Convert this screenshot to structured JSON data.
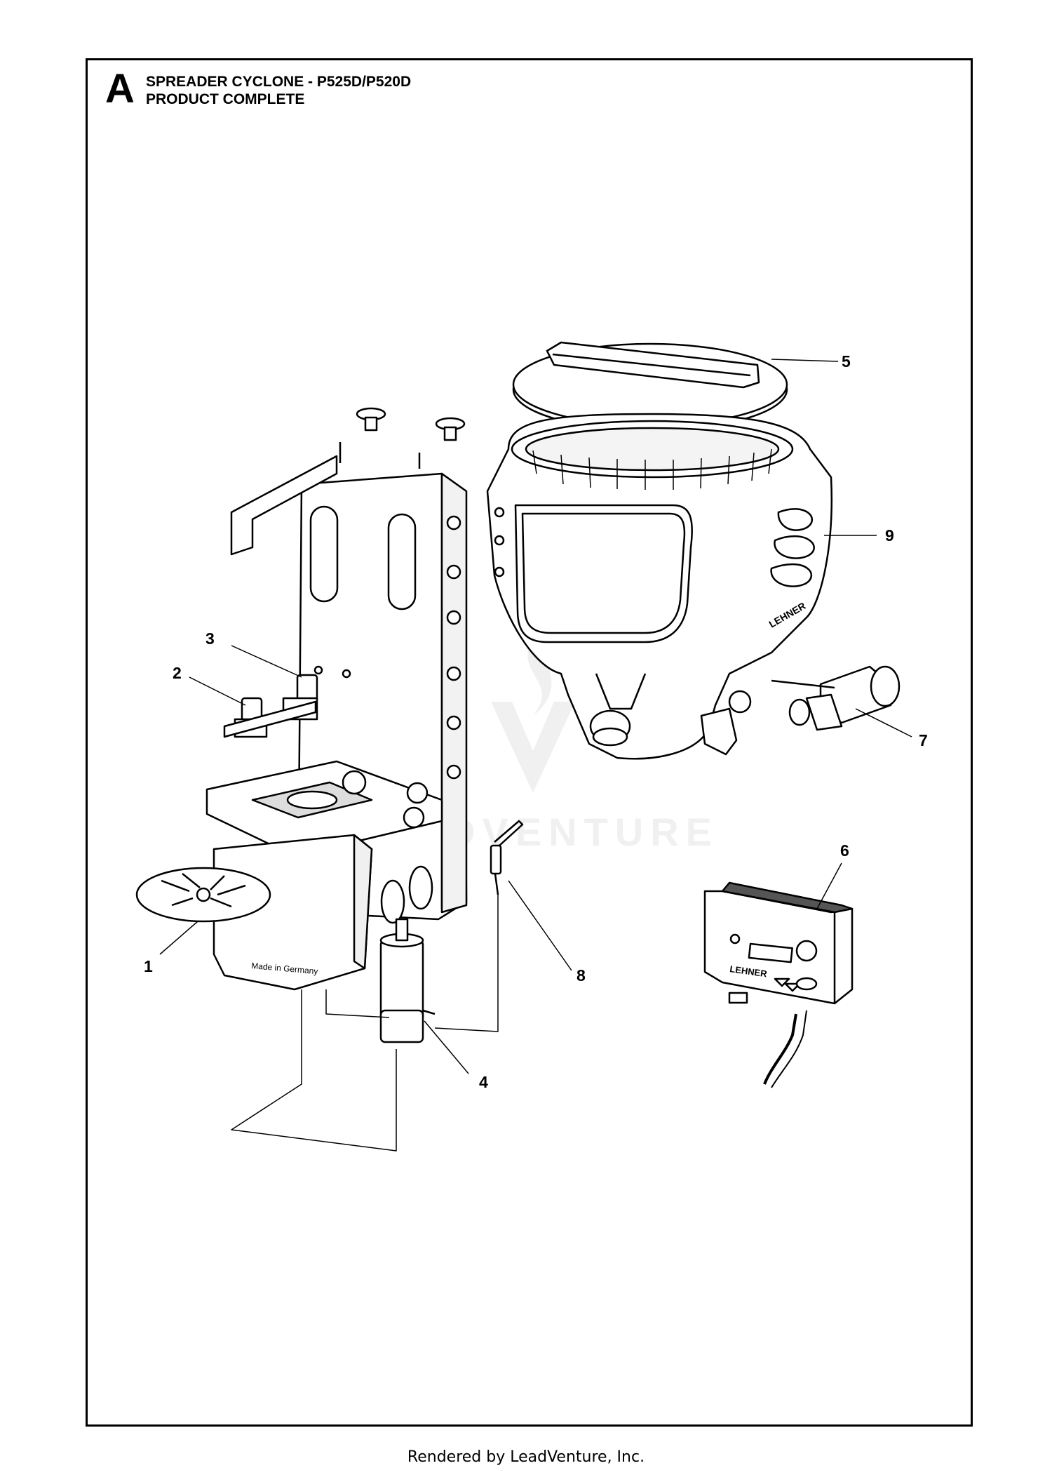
{
  "header": {
    "section_letter": "A",
    "title_line1": "SPREADER CYCLONE - P525D/P520D",
    "title_line2": "PRODUCT COMPLETE"
  },
  "callouts": [
    "1",
    "2",
    "3",
    "4",
    "5",
    "6",
    "7",
    "8",
    "9"
  ],
  "part_markings": {
    "plate_text": "Made in Germany",
    "brand_hopper": "LEHNER",
    "brand_controller": "LEHNER"
  },
  "watermark": "LEADVENTURE",
  "footer": "Rendered by LeadVenture, Inc."
}
